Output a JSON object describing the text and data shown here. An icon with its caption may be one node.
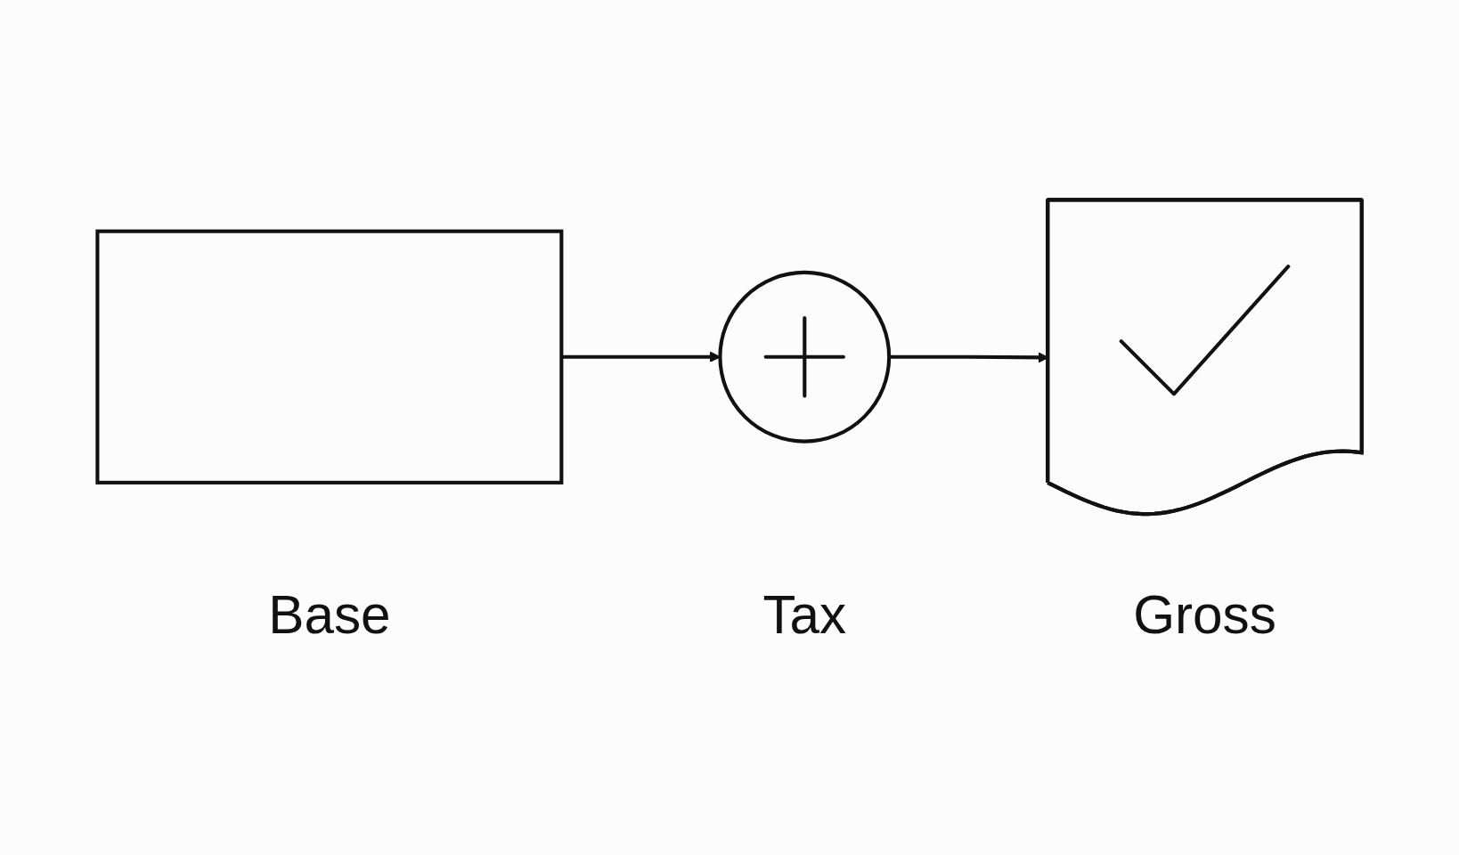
{
  "diagram": {
    "nodes": [
      {
        "text": [
          "Base"
        ]
      },
      {
        "text": [
          "Tax"
        ]
      },
      {
        "text": [
          "Gross"
        ]
      }
    ],
    "edges": [
      {
        "from": 0,
        "to": 1,
        "arrow": "to"
      },
      {
        "from": 1,
        "to": 2,
        "arrow": "to"
      }
    ]
  }
}
